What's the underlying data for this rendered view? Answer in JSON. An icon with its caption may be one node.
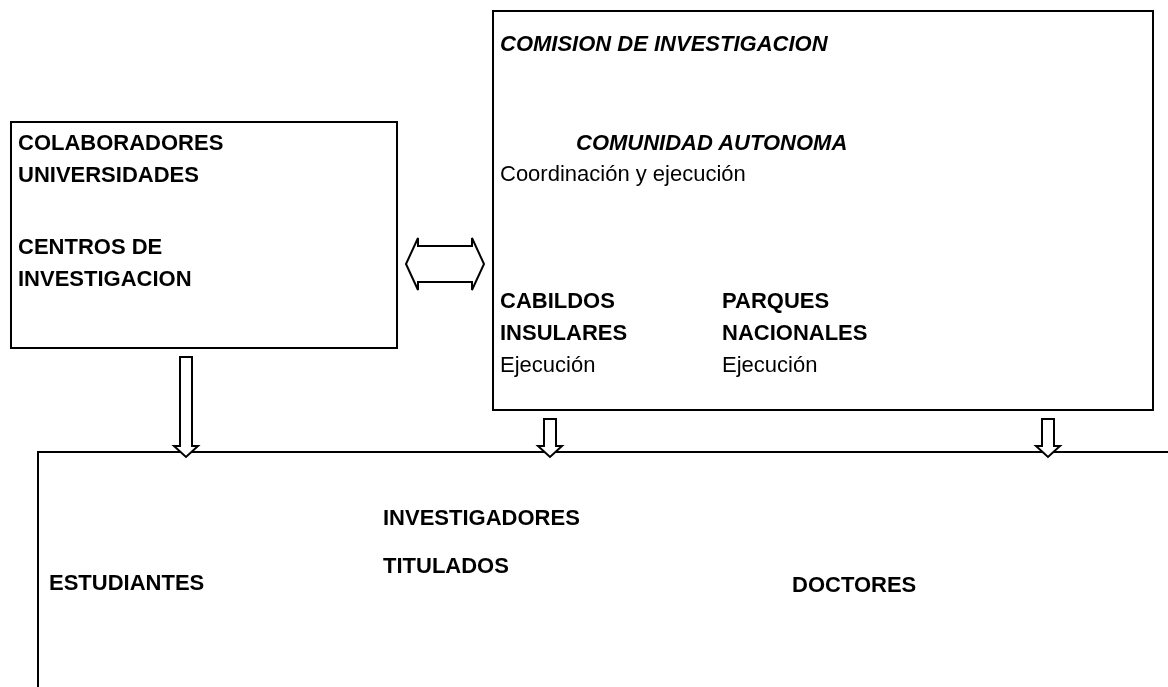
{
  "diagram": {
    "nodes": [
      {
        "text": [
          "COLABORADORES UNIVERSIDADES",
          "CENTROS DE INVESTIGACION"
        ]
      },
      {
        "text": [
          "COMISION DE INVESTIGACION",
          "COMUNIDAD AUTONOMA",
          "Coordinación y ejecución",
          "CABILDOS INSULARES",
          "Ejecución",
          "PARQUES NACIONALES",
          "Ejecución"
        ]
      },
      {
        "text": [
          "ESTUDIANTES",
          "INVESTIGADORES",
          "TITULADOS",
          "DOCTORES"
        ]
      }
    ],
    "edges": [
      {
        "from": 0,
        "to": 1,
        "arrow": "both"
      },
      {
        "from": 0,
        "to": 2,
        "arrow": "to"
      },
      {
        "from": 1,
        "to": 2,
        "arrow": "to"
      },
      {
        "from": 1,
        "to": 2,
        "arrow": "to"
      }
    ]
  }
}
